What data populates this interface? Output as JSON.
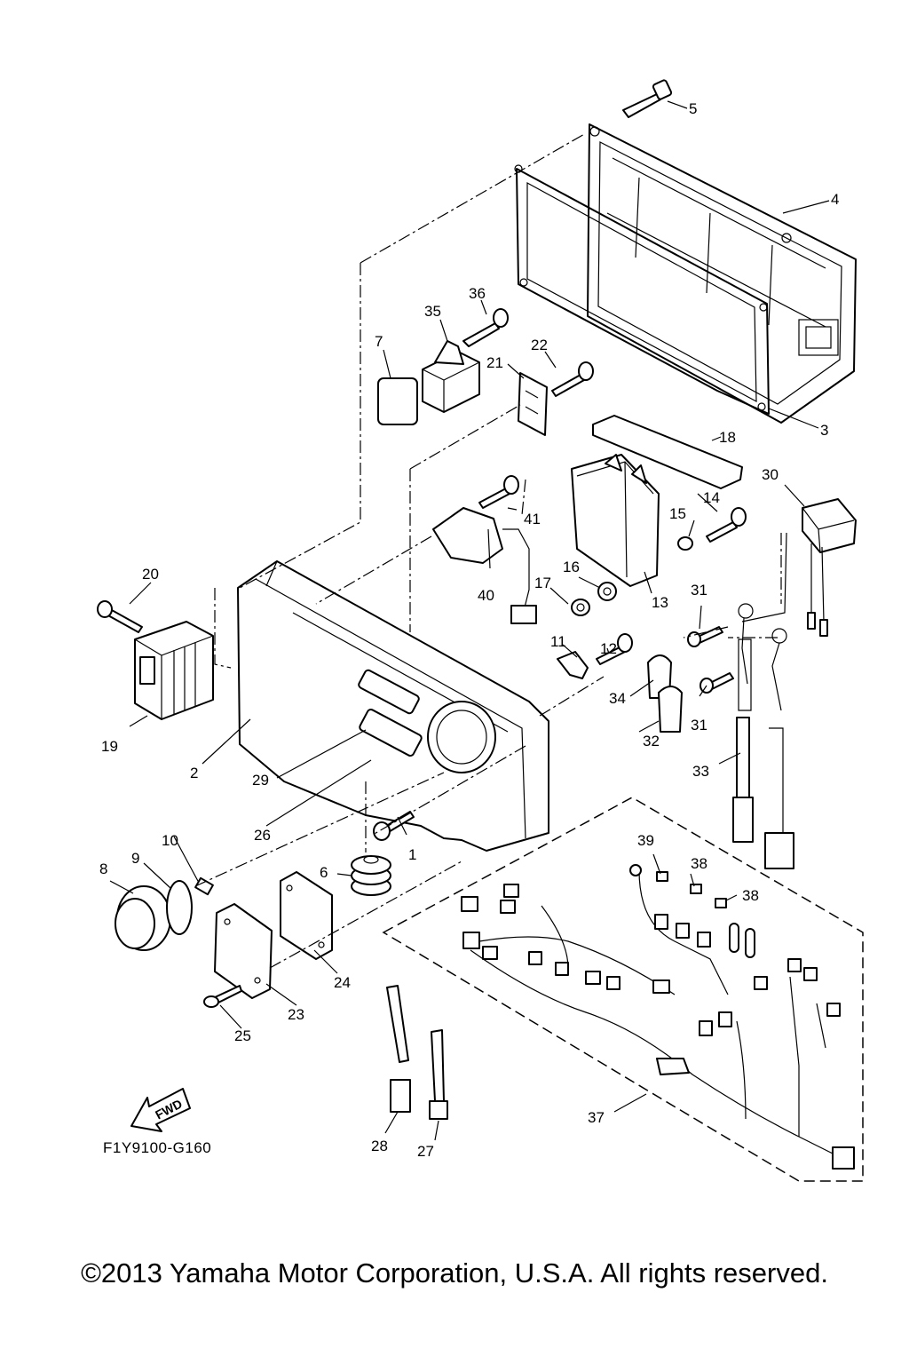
{
  "diagram": {
    "drawing_code": "F1Y9100-G160",
    "direction_arrow_label": "FWD",
    "callouts": [
      "1",
      "2",
      "3",
      "4",
      "5",
      "6",
      "7",
      "8",
      "9",
      "10",
      "11",
      "12",
      "13",
      "14",
      "15",
      "16",
      "17",
      "18",
      "19",
      "20",
      "21",
      "22",
      "23",
      "24",
      "25",
      "26",
      "27",
      "28",
      "29",
      "30",
      "31",
      "31",
      "32",
      "33",
      "34",
      "35",
      "36",
      "37",
      "38",
      "38",
      "39",
      "40",
      "41"
    ]
  },
  "footer": {
    "copyright": "©2013 Yamaha Motor Corporation, U.S.A. All rights reserved."
  }
}
